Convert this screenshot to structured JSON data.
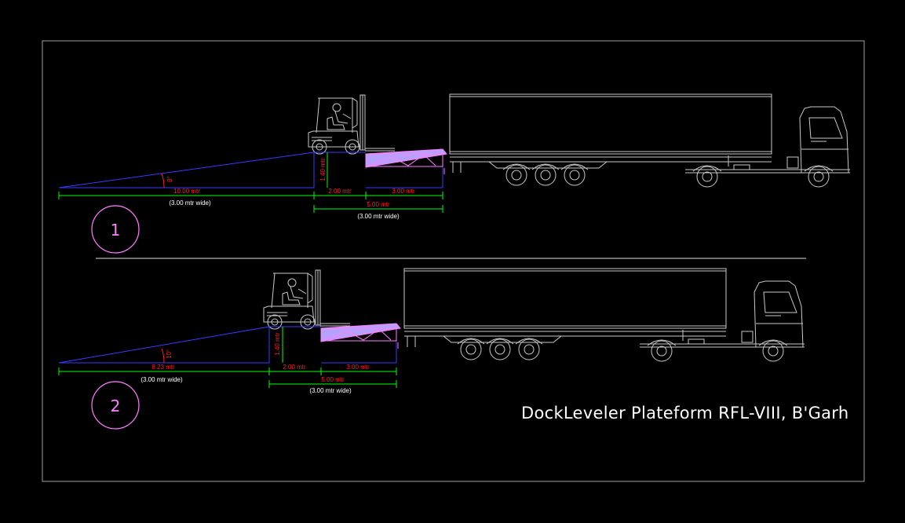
{
  "title": "DockLeveler Plateform RFL-VIII, B'Garh",
  "colors": {
    "background": "#000000",
    "frame": "#a0a0a0",
    "ramp": "#3a3aff",
    "dimension_line": "#00ff00",
    "dimension_text": "#ff2020",
    "white_text": "#ffffff",
    "circle": "#ff80ff",
    "leveler": "#ff80ff",
    "leveler_fill": "#b8a0ff",
    "vehicle": "#c8c8c8",
    "divider": "#e0e0e0"
  },
  "views": [
    {
      "number": "1",
      "ramp_length": "10.00 mtr",
      "ramp_width": "(3.00 mtr wide)",
      "angle": "8°",
      "height": "1.40 mtr",
      "seg_a": "2.00 mtr",
      "seg_b": "3.00 mtr",
      "dock_length": "5.00 mtr",
      "dock_width": "(3.00 mtr wide)"
    },
    {
      "number": "2",
      "ramp_length": "8.23 mtr",
      "ramp_width": "(3.00 mtr wide)",
      "angle": "10°",
      "height": "1.40 mtr",
      "seg_a": "2.00 mtr",
      "seg_b": "3.00 mtr",
      "dock_length": "5.00 mtr",
      "dock_width": "(3.00 mtr wide)"
    }
  ]
}
